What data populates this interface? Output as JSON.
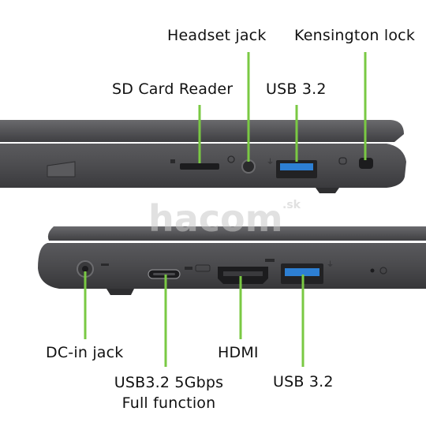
{
  "labels": {
    "headset_jack": "Headset jack",
    "kensington_lock": "Kensington lock",
    "sd_card_reader": "SD Card Reader",
    "usb_top": "USB 3.2",
    "dc_in_jack": "DC-in jack",
    "hdmi": "HDMI",
    "usbc_line1": "USB3.2 5Gbps",
    "usbc_line2": "Full function",
    "usb_bottom": "USB 3.2"
  },
  "watermark": {
    "brand": "hacom",
    "tld": ".sk"
  },
  "colors": {
    "leader_line": "#7ac943",
    "chassis": "#4a4a4c",
    "usb_blue": "#2d7fd3"
  }
}
